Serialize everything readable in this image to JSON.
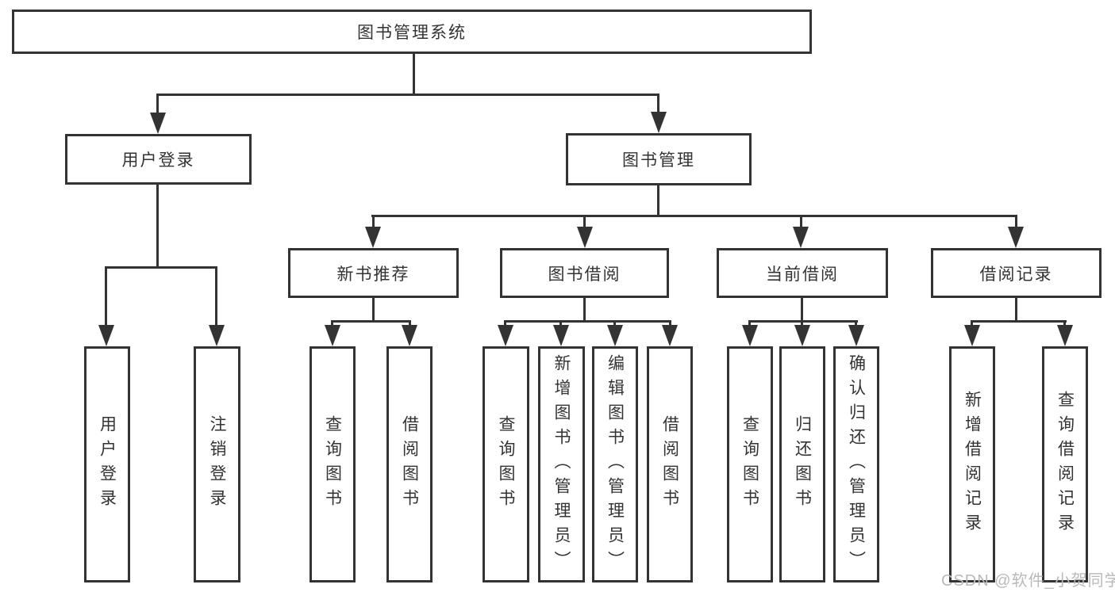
{
  "diagram_title": "图书管理系统",
  "watermark": "CSDN @软件_小贺同学",
  "colors": {
    "background": "#ffffff",
    "line": "#333333",
    "text": "#333333",
    "watermark": "#b9b9b9"
  },
  "tree": {
    "label": "图书管理系统",
    "children": [
      {
        "label": "用户登录",
        "children": [
          {
            "label": "用户登录"
          },
          {
            "label": "注销登录"
          }
        ]
      },
      {
        "label": "图书管理",
        "children": [
          {
            "label": "新书推荐",
            "children": [
              {
                "label": "查询图书"
              },
              {
                "label": "借阅图书"
              }
            ]
          },
          {
            "label": "图书借阅",
            "children": [
              {
                "label": "查询图书"
              },
              {
                "label": "新增图书（管理员）"
              },
              {
                "label": "编辑图书（管理员）"
              },
              {
                "label": "借阅图书"
              }
            ]
          },
          {
            "label": "当前借阅",
            "children": [
              {
                "label": "查询图书"
              },
              {
                "label": "归还图书"
              },
              {
                "label": "确认归还（管理员）"
              }
            ]
          },
          {
            "label": "借阅记录",
            "children": [
              {
                "label": "新增借阅记录"
              },
              {
                "label": "查询借阅记录"
              }
            ]
          }
        ]
      }
    ]
  }
}
